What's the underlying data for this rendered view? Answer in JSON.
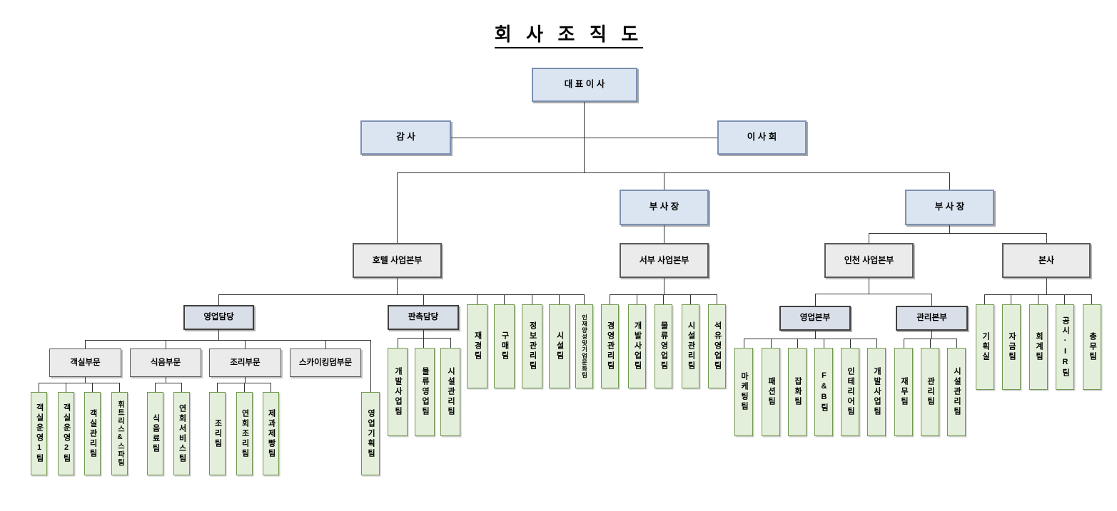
{
  "title": "회 사 조 직 도",
  "colors": {
    "executive_fill": "#dbe5f1",
    "executive_border": "#7b90b2",
    "division_fill": "#ebebeb",
    "division_border": "#5a5a5a",
    "charge_fill": "#d9dfe8",
    "team_fill": "#e4efdb",
    "team_border": "#71984f",
    "connector_line": "#333333"
  },
  "nodes": {
    "ceo": {
      "label": "대 표 이 사"
    },
    "auditor": {
      "label": "감 사"
    },
    "board": {
      "label": "이 사 회"
    },
    "vp_left": {
      "label": "부 사 장"
    },
    "vp_right": {
      "label": "부 사 장"
    },
    "hotel_division": {
      "label": "호텔 사업본부"
    },
    "west_division": {
      "label": "서부 사업본부"
    },
    "incheon_division": {
      "label": "인천 사업본부"
    },
    "headquarters": {
      "label": "본사"
    },
    "sales_charge": {
      "label": "영업담당"
    },
    "promotion_charge": {
      "label": "판촉담당"
    },
    "incheon_sales_hq": {
      "label": "영업본부"
    },
    "incheon_mgmt_hq": {
      "label": "관리본부"
    },
    "rooms_sector": {
      "label": "객실부문"
    },
    "fnb_sector": {
      "label": "식음부문"
    },
    "culinary_sector": {
      "label": "조리부문"
    },
    "skykingdom_sector": {
      "label": "스카이킹덤부문"
    }
  },
  "teams": {
    "hotel_direct": [
      "재경팀",
      "구매팀",
      "정보관리팀",
      "시설팀",
      "인재양성및기업문화팀"
    ],
    "west": [
      "경영관리팀",
      "개발사업팀",
      "물류영업팀",
      "시설관리팀",
      "석유영업팀"
    ],
    "promotion": [
      "개발사업팀",
      "물류영업팀",
      "시설관리팀"
    ],
    "sales_planning": "영업기획팀",
    "rooms": [
      "객실운영1팀",
      "객실운영2팀",
      "객실관리팀",
      "휘트리스&스파팀"
    ],
    "fnb": [
      "식음료팀",
      "연회서비스팀"
    ],
    "culinary": [
      "조리팀",
      "연회조리팀",
      "제과제빵팀"
    ],
    "incheon_sales": [
      "마케팅팀",
      "패션팀",
      "잡화팀",
      "F&B팀",
      "인테리어팀",
      "개발사업팀"
    ],
    "incheon_mgmt": [
      "재무팀",
      "관리팀",
      "시설관리팀"
    ],
    "headquarters": [
      "기획실",
      "자금팀",
      "회계팀",
      "공시·IR팀",
      "총무팀"
    ]
  }
}
